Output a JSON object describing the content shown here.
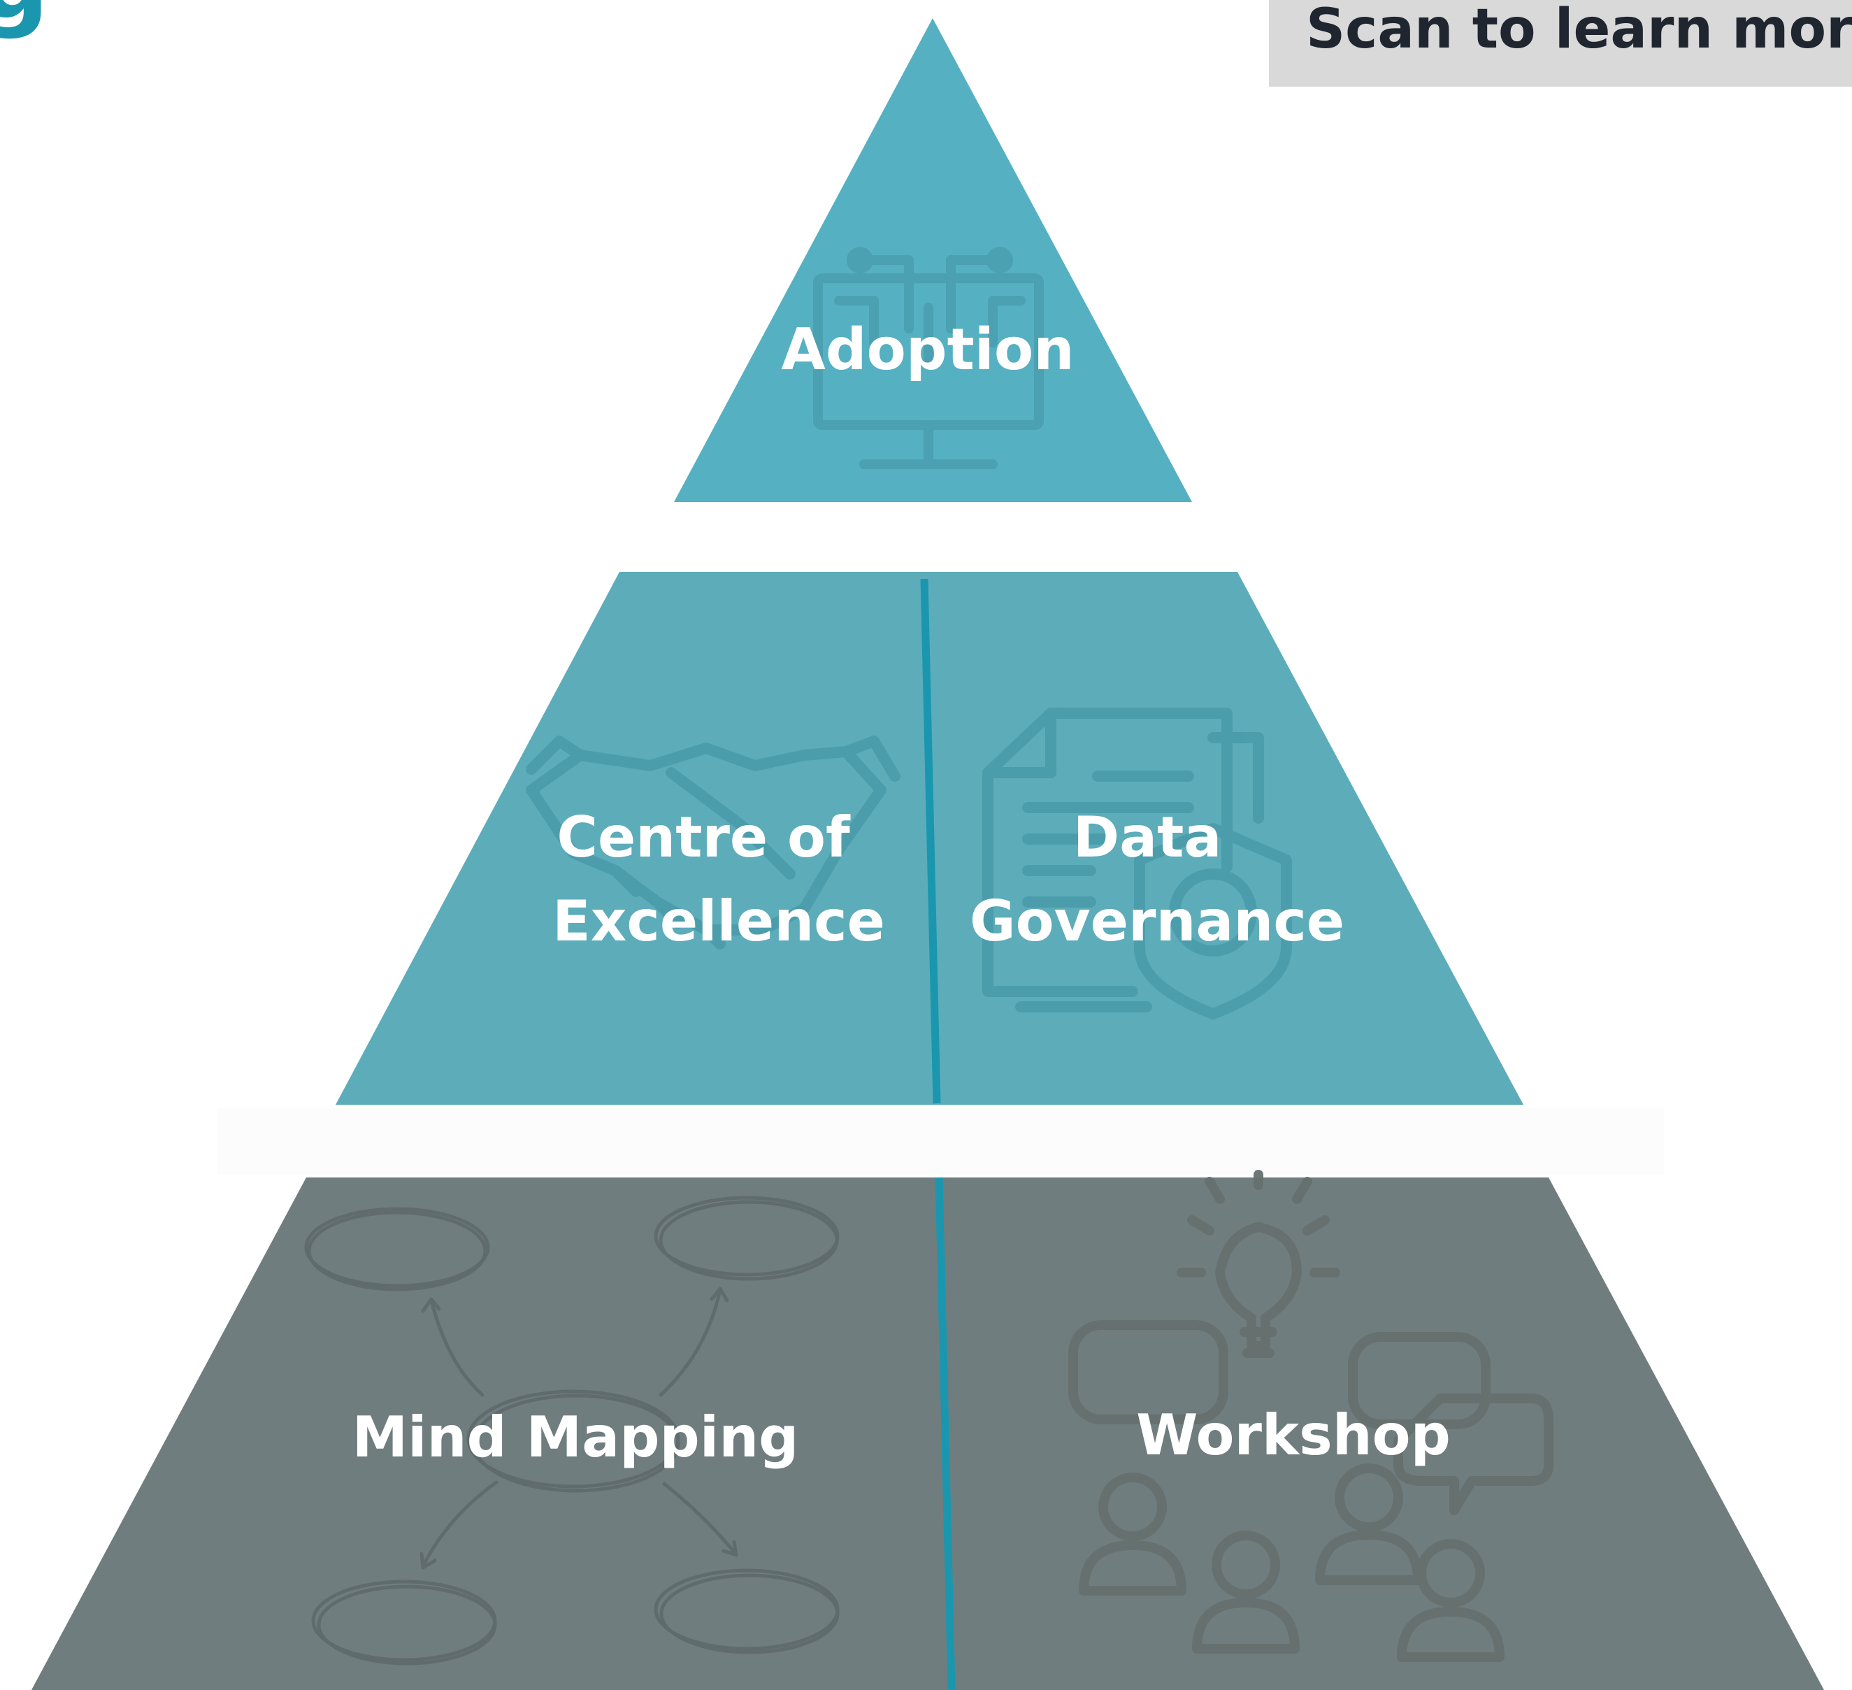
{
  "corner": {
    "glyph": "g"
  },
  "banner": {
    "text": "Scan to learn more"
  },
  "pyramid": {
    "top": {
      "label": "Adoption",
      "icon": "computer-network-icon"
    },
    "middle": {
      "left": {
        "lines": [
          "Centre of",
          "Excellence"
        ],
        "icon": "handshake-icon"
      },
      "right": {
        "lines": [
          "Data",
          "Governance"
        ],
        "icon": "document-shield-icon"
      }
    },
    "bottom": {
      "left": {
        "label": "Mind Mapping",
        "icon": "mind-map-icon"
      },
      "right": {
        "label": "Workshop",
        "icon": "workshop-people-icon"
      }
    }
  },
  "colors": {
    "teal": "#55b0c2",
    "teal_mid": "#5dacba",
    "divider": "#1a97ae",
    "slate": "#707d7f",
    "banner_bg": "#d9d9d9",
    "corner_glyph": "#1a97ae"
  }
}
